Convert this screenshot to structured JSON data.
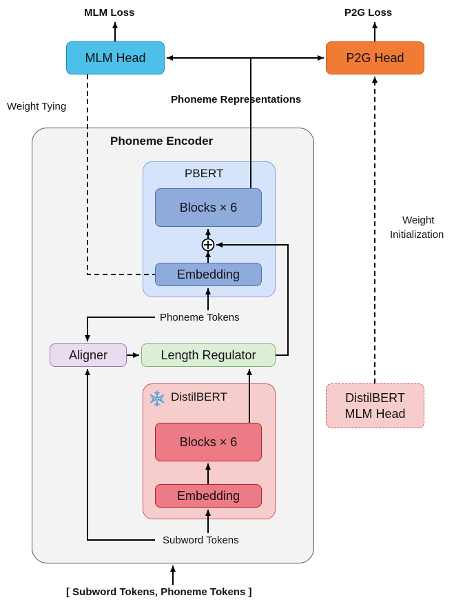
{
  "diagram": {
    "outputs": {
      "mlm_loss": "MLM Loss",
      "p2g_loss": "P2G Loss"
    },
    "heads": {
      "mlm_head": "MLM Head",
      "p2g_head": "P2G Head"
    },
    "edge_labels": {
      "weight_tying": "Weight Tying",
      "phoneme_representations": "Phoneme Representations",
      "weight_initialization_line1": "Weight",
      "weight_initialization_line2": "Initialization"
    },
    "encoder": {
      "title": "Phoneme Encoder",
      "pbert": {
        "title": "PBERT",
        "blocks": "Blocks × 6",
        "embedding": "Embedding"
      },
      "phoneme_tokens": "Phoneme Tokens",
      "aligner": "Aligner",
      "length_regulator": "Length Regulator",
      "distilbert": {
        "title": "DistilBERT",
        "blocks": "Blocks × 6",
        "embedding": "Embedding",
        "frozen_icon": "snowflake-icon"
      },
      "subword_tokens": "Subword Tokens"
    },
    "side_module": {
      "line1": "DistilBERT",
      "line2": "MLM Head"
    },
    "input": "[ Subword Tokens, Phoneme Tokens ]",
    "colors": {
      "mlm_head_fill": "#4cc0e8",
      "mlm_head_stroke": "#1c8fbf",
      "p2g_head_fill": "#f07b34",
      "p2g_head_stroke": "#c65a18",
      "encoder_fill": "#f3f3f3",
      "encoder_stroke": "#555555",
      "pbert_fill": "#d6e4fb",
      "pbert_stroke": "#7fa3d6",
      "block_blue_fill": "#8fabdc",
      "block_blue_stroke": "#4a6fae",
      "aligner_fill": "#e9dcf0",
      "aligner_stroke": "#9a74ae",
      "length_reg_fill": "#dcefd6",
      "length_reg_stroke": "#82b36e",
      "distil_fill": "#f6cccc",
      "distil_stroke": "#c65a5a",
      "block_red_fill": "#ec7b85",
      "block_red_stroke": "#b21f30"
    }
  }
}
